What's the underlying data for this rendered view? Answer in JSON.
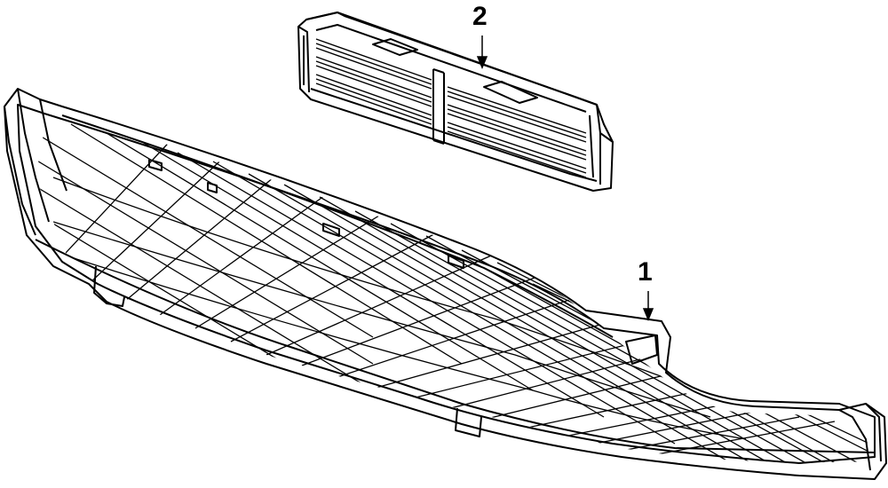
{
  "diagram": {
    "callouts": [
      {
        "label": "1",
        "part": "lower-grille"
      },
      {
        "label": "2",
        "part": "grille-shutter-assembly"
      }
    ]
  }
}
